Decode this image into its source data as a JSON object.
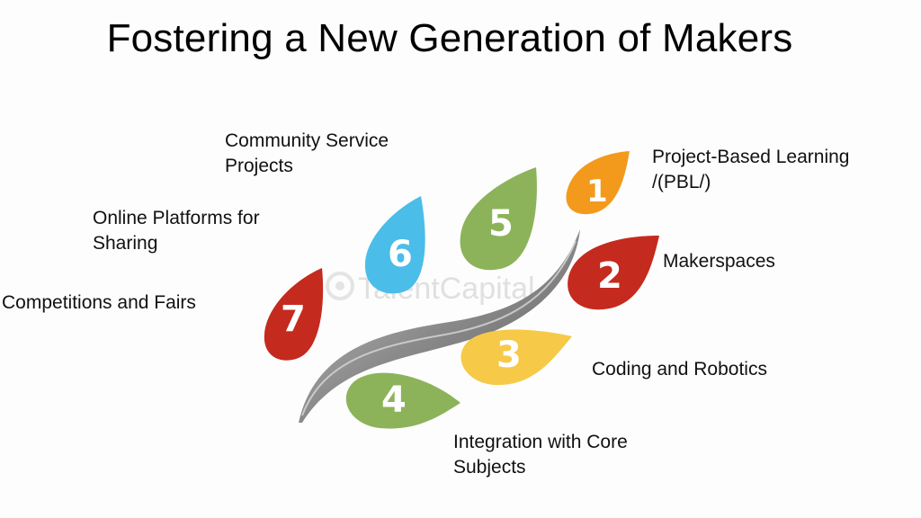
{
  "title": "Fostering a New Generation of Makers",
  "watermark": "TalentCapital",
  "colors": {
    "orange": "#f39a1d",
    "red": "#c52a1e",
    "yellow": "#f7c948",
    "green": "#8cb35a",
    "blue": "#4bbde9",
    "stem": "#9e9e9e"
  },
  "items": [
    {
      "num": "1",
      "line1": "Project-Based Learning",
      "line2": "/(PBL/)"
    },
    {
      "num": "2",
      "line1": "Makerspaces",
      "line2": ""
    },
    {
      "num": "3",
      "line1": "Coding and Robotics",
      "line2": ""
    },
    {
      "num": "4",
      "line1": "Integration with Core",
      "line2": "Subjects"
    },
    {
      "num": "5",
      "line1": "Community Service",
      "line2": "Projects"
    },
    {
      "num": "6",
      "line1": "Online Platforms for",
      "line2": "Sharing"
    },
    {
      "num": "7",
      "line1": "Competitions and Fairs",
      "line2": ""
    }
  ]
}
